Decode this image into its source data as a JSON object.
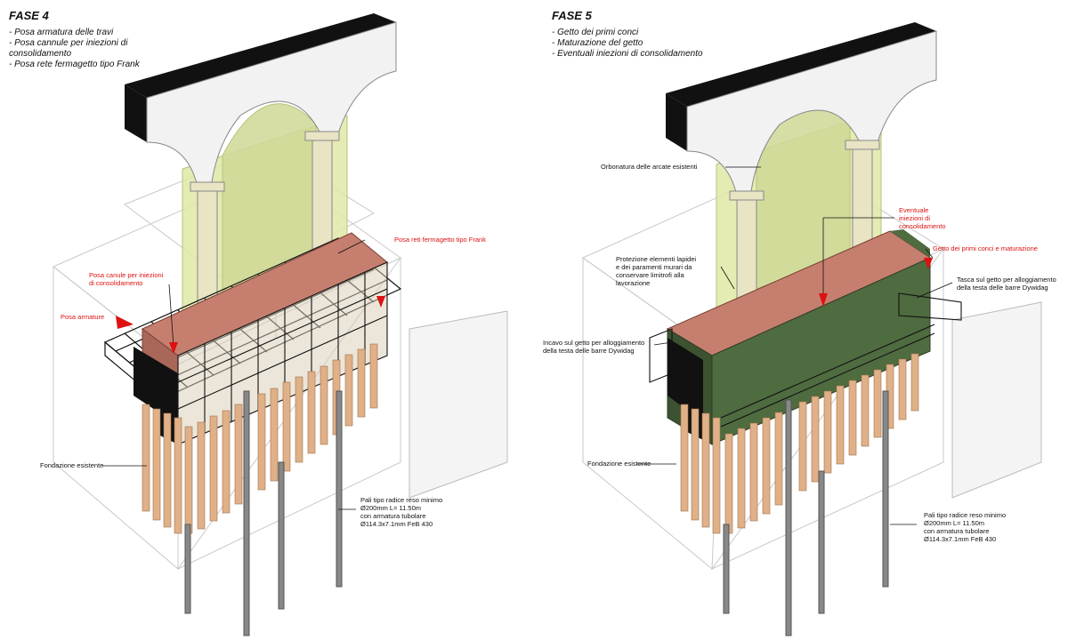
{
  "phases": [
    {
      "title": "FASE 4",
      "bullets": [
        "- Posa armatura delle travi",
        "- Posa cannule per iniezioni di",
        "consolidamento",
        "- Posa rete fermagetto tipo Frank"
      ],
      "labels": {
        "rete": "Posa reti fermagetto tipo Frank",
        "cannule_1": "Posa canule per iniezioni",
        "cannule_2": "di consolidamento",
        "armature": "Posa armature",
        "fondazione": "Fondazione esistente",
        "pali_1": "Pali tipo radice reso minimo",
        "pali_2": "Ø200mm L= 11.50m",
        "pali_3": "con armatura tubolare",
        "pali_4": "Ø114.3x7.1mm FeB 430"
      }
    },
    {
      "title": "FASE 5",
      "bullets": [
        "- Getto dei primi conci",
        "- Maturazione del getto",
        "- Eventuali iniezioni di consolidamento"
      ],
      "labels": {
        "orbonatura": "Orbonatura delle arcate esistenti",
        "iniezioni_1": "Eventuale",
        "iniezioni_2": "iniezioni di",
        "iniezioni_3": "consolidamento",
        "getto": "Getto dei primi conci e maturazione",
        "protezione_1": "Protezione elementi lapidei",
        "protezione_2": "e dei paramenti murari da",
        "protezione_3": "conservare limitrofi alla",
        "protezione_4": "lavorazione",
        "tasca_1": "Tasca sul getto per alloggiamento",
        "tasca_2": "della testa delle barre Dywidag",
        "incavo_1": "Incavo sul getto per alloggiamento",
        "incavo_2": "della testa delle barre Dywidag",
        "fondazione": "Fondazione esistente",
        "pali_1": "Pali tipo radice reso minimo",
        "pali_2": "Ø200mm L= 11.50m",
        "pali_3": "con armatura tubolare",
        "pali_4": "Ø114.3x7.1mm FeB 430"
      }
    }
  ],
  "colors": {
    "masonry": "#f2f2f2",
    "wall_top": "#111111",
    "shoring": "#dfe7a6",
    "cap": "#c67f6f",
    "concrete": "#4f6b40",
    "pile": "#e0b088",
    "callout": "#dd1111"
  }
}
